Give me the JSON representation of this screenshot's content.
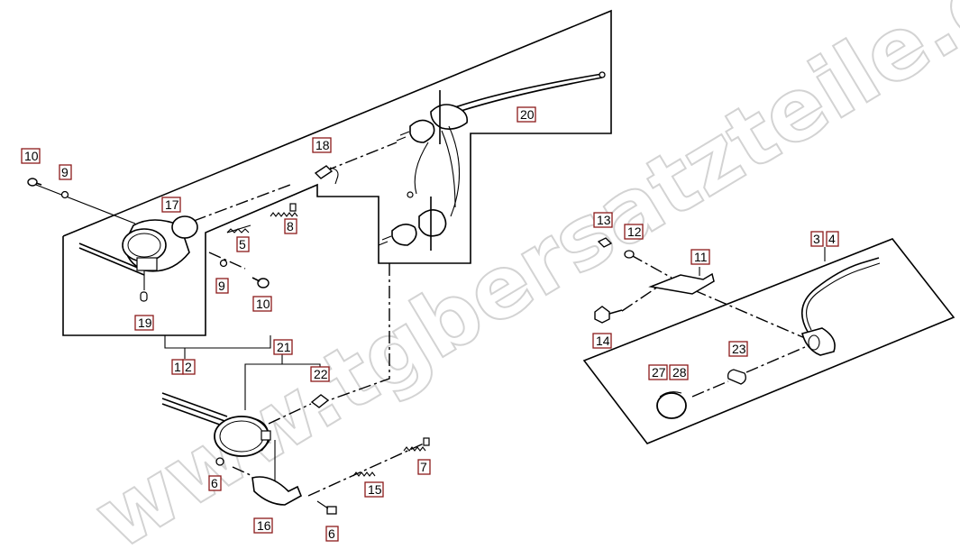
{
  "watermark": "www.tgbersatzteile.de",
  "colors": {
    "label_border": "#8b1a1a",
    "line": "#000000",
    "watermark": "#cfcfcf"
  },
  "labels": {
    "p10a": "10",
    "p9a": "9",
    "p17": "17",
    "p18": "18",
    "p20": "20",
    "p5": "5",
    "p8": "8",
    "p9b": "9",
    "p10b": "10",
    "p19": "19",
    "p1": "1",
    "p2": "2",
    "p21": "21",
    "p22": "22",
    "p7": "7",
    "p6a": "6",
    "p15": "15",
    "p16": "16",
    "p6b": "6",
    "p13": "13",
    "p12": "12",
    "p11": "11",
    "p3": "3",
    "p4": "4",
    "p14": "14",
    "p23": "23",
    "p27": "27",
    "p28": "28"
  }
}
